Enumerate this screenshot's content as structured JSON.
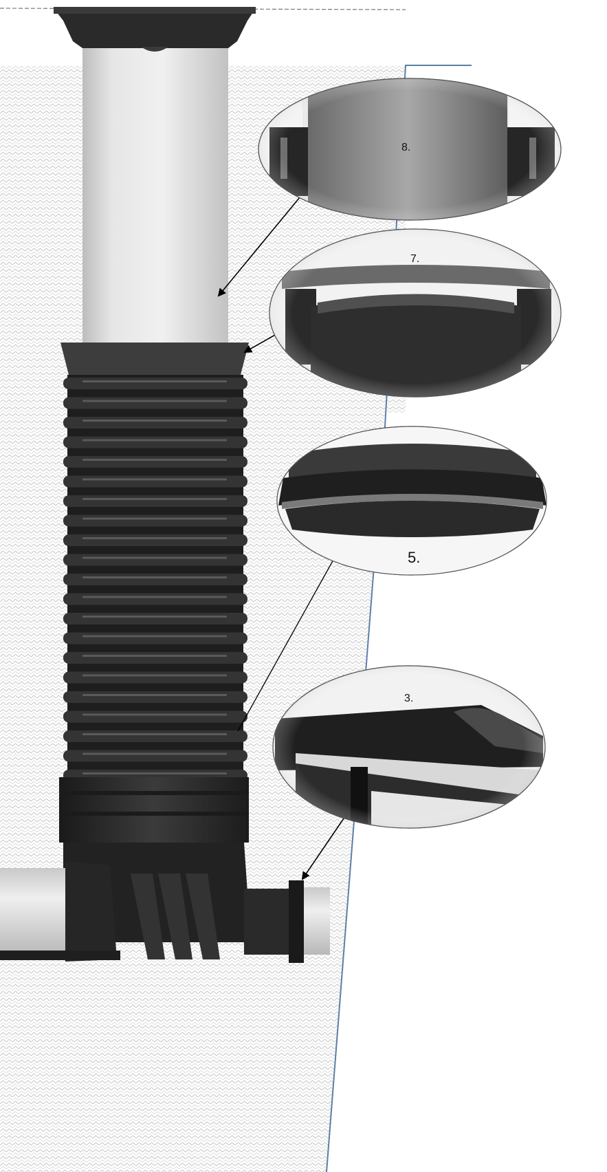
{
  "callouts": [
    {
      "id": "8",
      "label": "8."
    },
    {
      "id": "7",
      "label": "7."
    },
    {
      "id": "5",
      "label": "5."
    },
    {
      "id": "3",
      "label": "3."
    }
  ],
  "colors": {
    "background": "#ffffff",
    "soil_pattern": "#cfcfcf",
    "riser_pipe": "#dedede",
    "corrugated_body": "#262626",
    "boundary_line": "#5d7ea8",
    "arrow": "#000000"
  }
}
